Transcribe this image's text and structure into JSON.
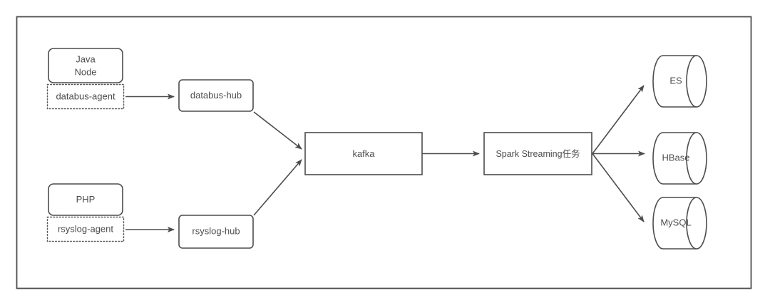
{
  "diagram": {
    "title": "Log collection and streaming pipeline architecture",
    "colors": {
      "stroke": "#4d4d4d",
      "text": "#4d4d4d",
      "background": "#ffffff",
      "dotted_stroke": "#5a5a5a"
    },
    "sources": [
      {
        "id": "java-node",
        "runtime_line1": "Java",
        "runtime_line2": "Node",
        "agent": "databus-agent",
        "hub": "databus-hub"
      },
      {
        "id": "php",
        "runtime_line1": "PHP",
        "runtime_line2": "",
        "agent": "rsyslog-agent",
        "hub": "rsyslog-hub"
      }
    ],
    "queue": {
      "label": "kafka"
    },
    "processor": {
      "label": "Spark Streaming任务"
    },
    "sinks": [
      {
        "id": "es",
        "label": "ES"
      },
      {
        "id": "hbase",
        "label": "HBase"
      },
      {
        "id": "mysql",
        "label": "MySQL"
      }
    ]
  }
}
